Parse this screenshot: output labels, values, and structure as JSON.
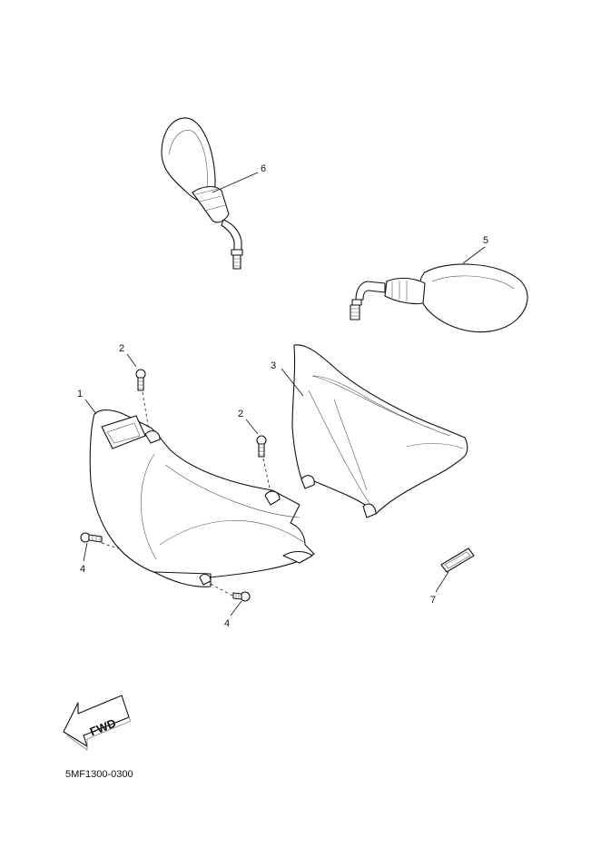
{
  "callouts": [
    {
      "id": "1",
      "label": "1"
    },
    {
      "id": "2a",
      "label": "2"
    },
    {
      "id": "2b",
      "label": "2"
    },
    {
      "id": "3",
      "label": "3"
    },
    {
      "id": "4a",
      "label": "4"
    },
    {
      "id": "4b",
      "label": "4"
    },
    {
      "id": "5",
      "label": "5"
    },
    {
      "id": "6",
      "label": "6"
    },
    {
      "id": "7",
      "label": "7"
    }
  ],
  "arrow_label": "FWD",
  "diagram_code": "5MF1300-0300"
}
